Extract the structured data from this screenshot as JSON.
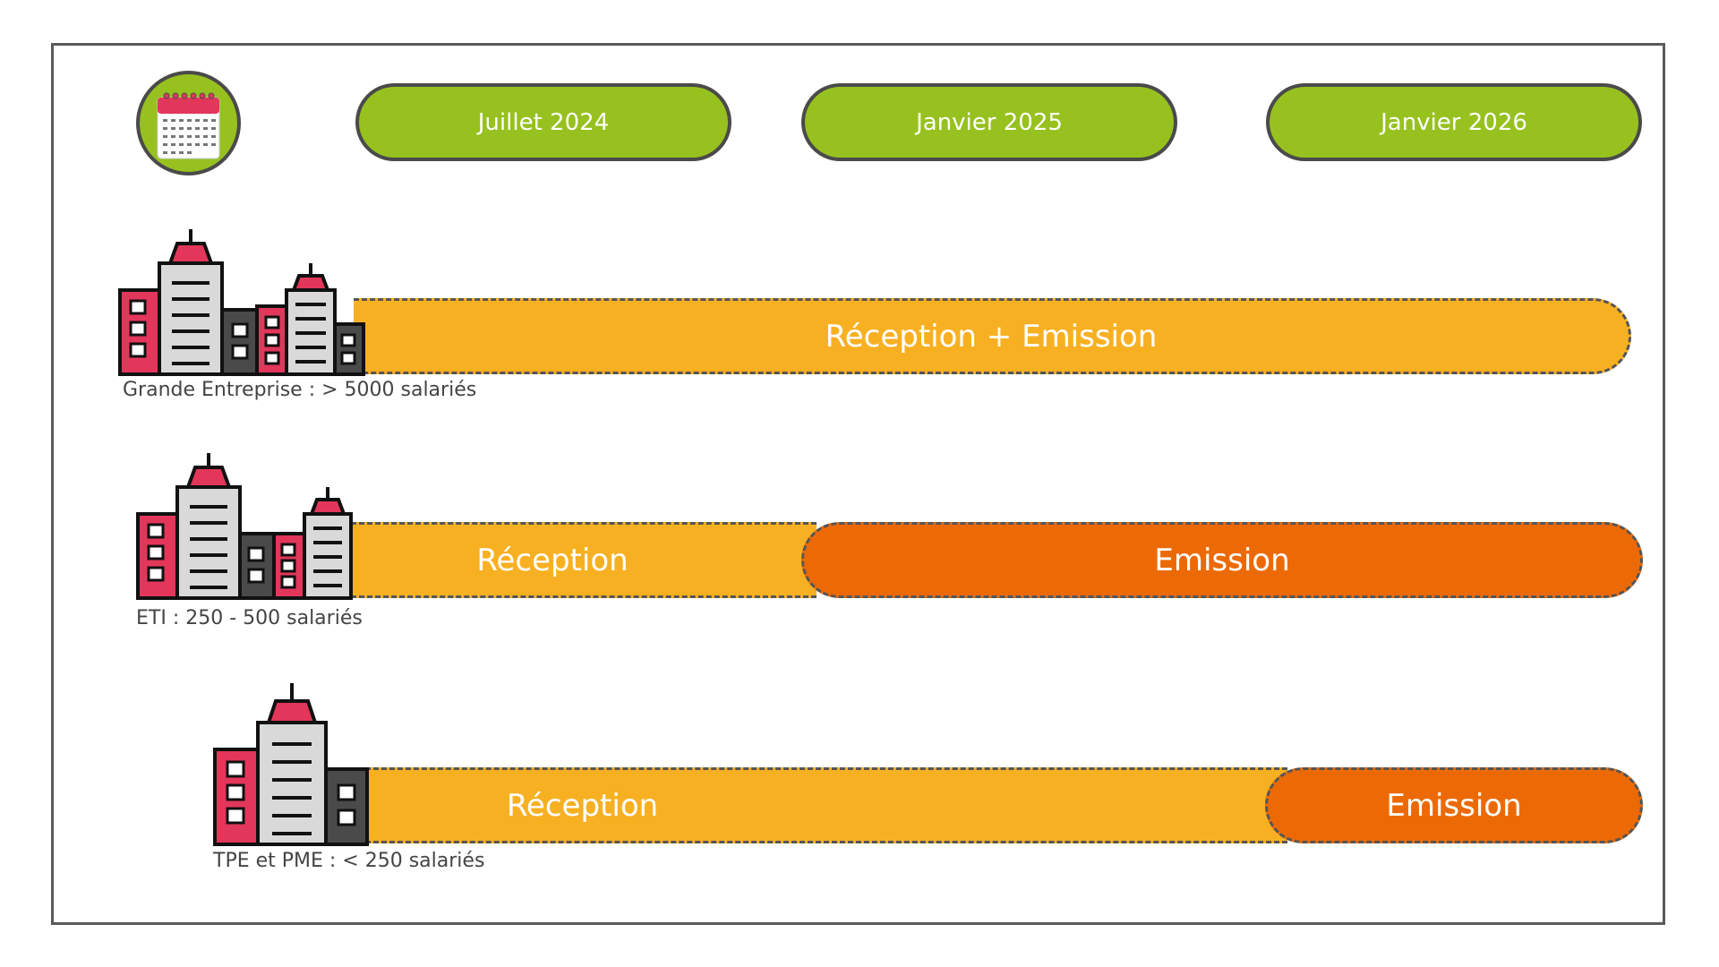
{
  "timeline": {
    "milestones": [
      {
        "label": "Juillet 2024"
      },
      {
        "label": "Janvier 2025"
      },
      {
        "label": "Janvier 2026"
      }
    ]
  },
  "rows": [
    {
      "bar_label": "Réception + Emission",
      "caption": "Grande Entreprise : > 5000 salariés"
    },
    {
      "reception_label": "Réception",
      "emission_label": "Emission",
      "caption": "ETI : 250 - 500 salariés"
    },
    {
      "reception_label": "Réception",
      "emission_label": "Emission",
      "caption": "TPE et PME : < 250 salariés"
    }
  ],
  "colors": {
    "milestone_green": "#97c11f",
    "reception_orange": "#f8b023",
    "emission_orange": "#ec6a06",
    "building_red": "#e2375a",
    "building_gray": "#d9d9d9",
    "building_dark": "#4a4a4a"
  },
  "icons": {
    "calendar": "calendar-icon",
    "building": "buildings-icon"
  }
}
